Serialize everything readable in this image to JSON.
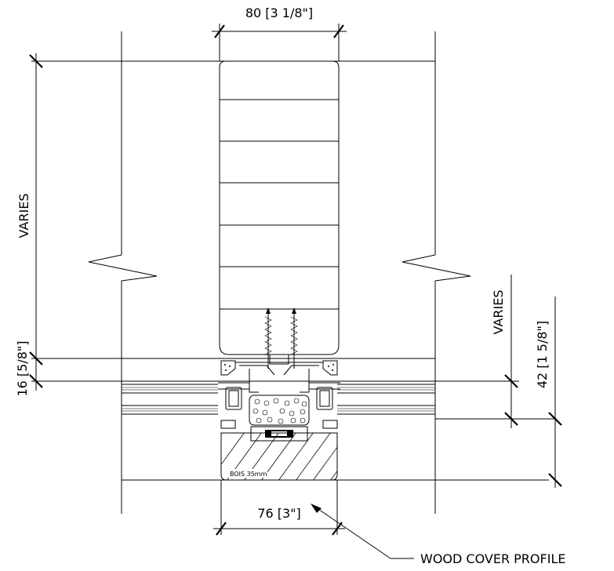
{
  "dimensions": {
    "top_width": "80 [3 1/8\"]",
    "bottom_width": "76 [3\"]",
    "left_height": "VARIES",
    "left_small": "16 [5/8\"]",
    "right_height": "VARIES",
    "right_small": "42 [1 5/8\"]"
  },
  "labels": {
    "wood_cover": "WOOD COVER PROFILE",
    "wood_stamp": "BOIS 35mm"
  }
}
